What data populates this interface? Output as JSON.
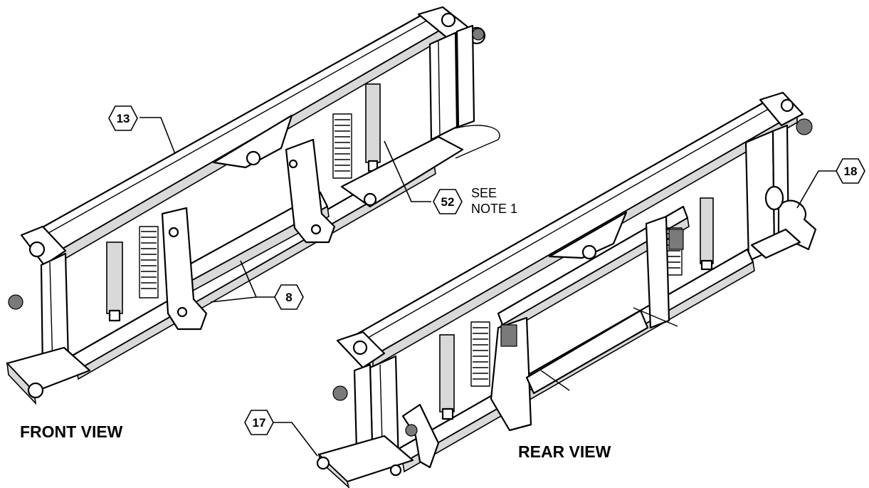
{
  "callouts": [
    {
      "id": "13",
      "label": "13"
    },
    {
      "id": "52",
      "label": "52"
    },
    {
      "id": "8",
      "label": "8"
    },
    {
      "id": "18",
      "label": "18"
    },
    {
      "id": "17",
      "label": "17"
    }
  ],
  "note": {
    "line1": "SEE",
    "line2": "NOTE 1"
  },
  "views": {
    "front": "FRONT VIEW",
    "rear": "REAR VIEW"
  }
}
